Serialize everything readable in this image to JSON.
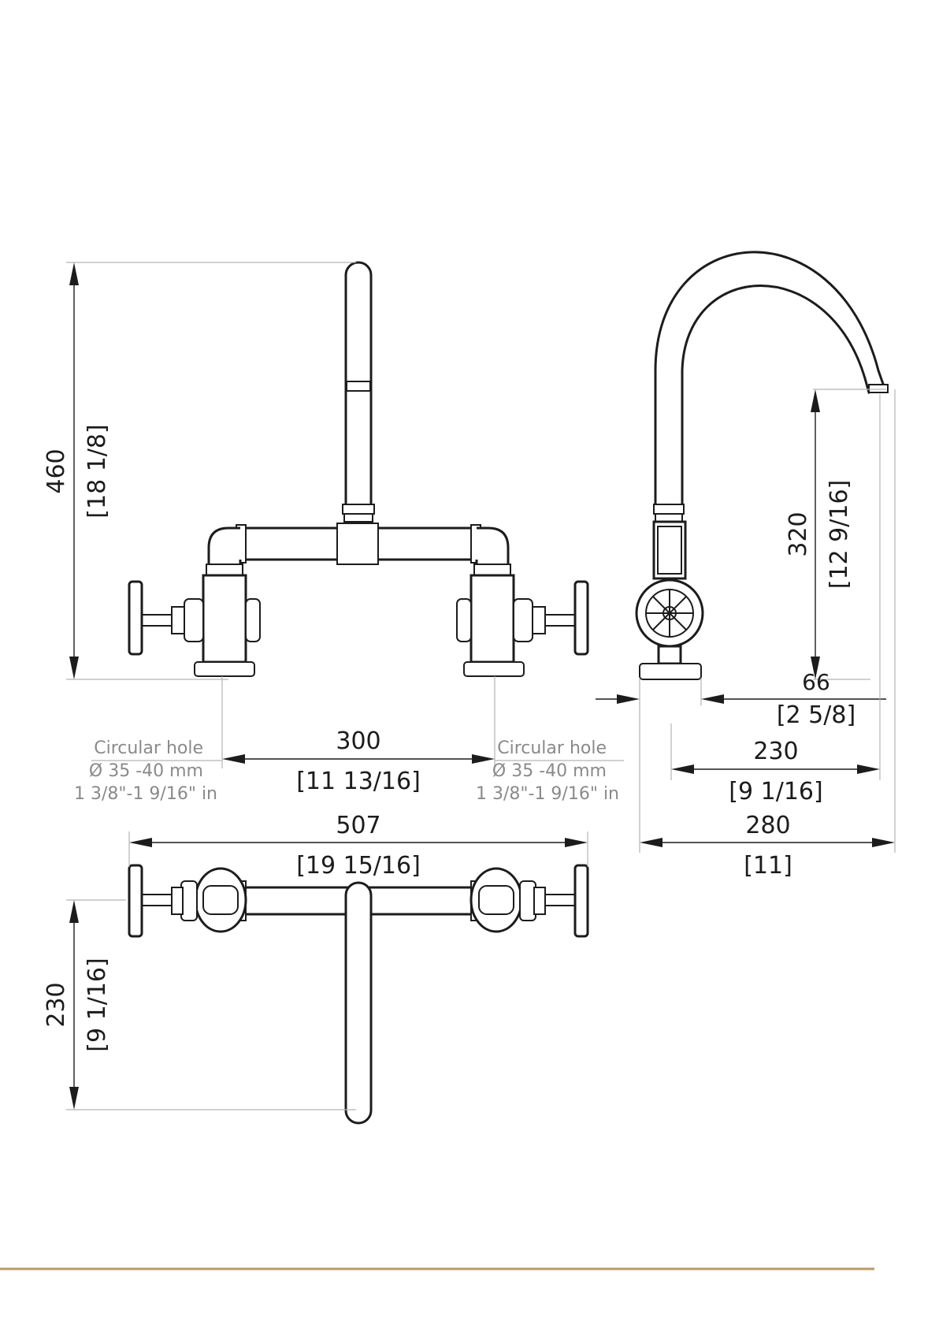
{
  "dimensions": {
    "front_height_mm": "460",
    "front_height_in": "[18 1/8]",
    "hole_spacing_mm": "300",
    "hole_spacing_in": "[11 13/16]",
    "overall_width_mm": "507",
    "overall_width_in": "[19 15/16]",
    "top_depth_mm": "230",
    "top_depth_in": "[9 1/16]",
    "spout_height_mm": "320",
    "spout_height_in": "[12 9/16]",
    "base_width_mm": "66",
    "base_width_in": "[2 5/8]",
    "spout_reach_mm": "230",
    "spout_reach_in": "[9 1/16]",
    "side_depth_mm": "280",
    "side_depth_in": "[11]"
  },
  "hole_note_left": {
    "title": "Circular hole",
    "mm": "Ø 35 -40  mm",
    "inch": "1 3/8\"-1 9/16\" in"
  },
  "hole_note_right": {
    "title": "Circular hole",
    "mm": "Ø 35 -40  mm",
    "inch": "1 3/8\"-1 9/16\" in"
  },
  "colors": {
    "line": "#1c1c1c",
    "extension_line": "#b4b4b4",
    "note_text": "#8a8a8a",
    "footer_rule": "#b89a66"
  }
}
